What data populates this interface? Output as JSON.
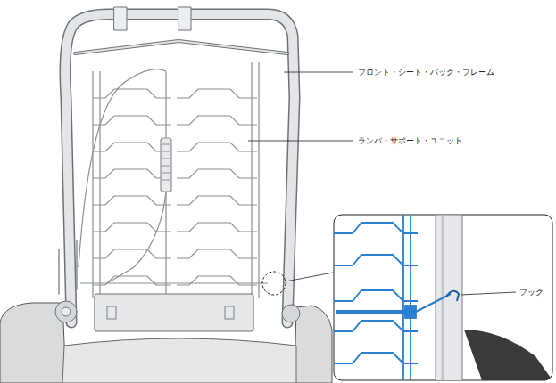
{
  "diagram": {
    "labels": [
      "フロント・シート・バック・フレーム",
      "ランバ・サポート・ユニット",
      "フック"
    ]
  }
}
